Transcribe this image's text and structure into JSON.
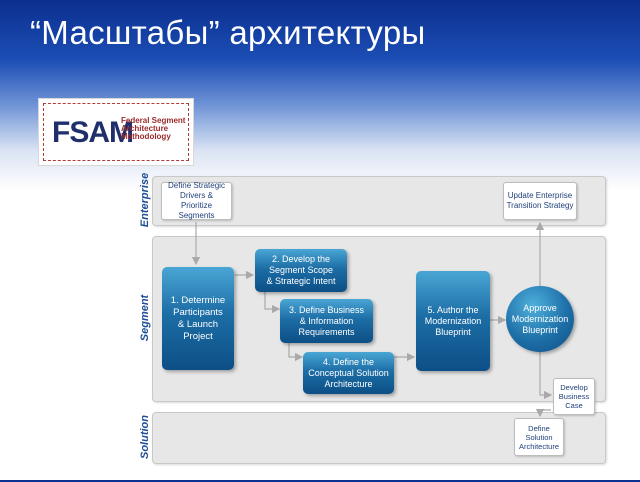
{
  "slide": {
    "title": "“Масштабы” архитектуры"
  },
  "logo": {
    "mark": "FSAM",
    "full_name": "Federal Segment Architecture Methodology"
  },
  "lanes": {
    "enterprise": "Enterprise",
    "segment": "Segment",
    "solution": "Solution"
  },
  "steps": {
    "define_drivers": "Define Strategic\nDrivers & Prioritize\nSegments",
    "update_transition": "Update Enterprise\nTransition Strategy",
    "step1": "1. Determine\nParticipants\n& Launch\nProject",
    "step2": "2. Develop the\nSegment Scope\n& Strategic Intent",
    "step3": "3. Define Business\n& Information\nRequirements",
    "step4": "4. Define the\nConceptual Solution\nArchitecture",
    "step5": "5. Author the\nModernization\nBlueprint",
    "approve": "Approve\nModernization\nBlueprint",
    "develop_case": "Develop\nBusiness\nCase",
    "define_solution": "Define\nSolution\nArchitecture"
  },
  "colors": {
    "title_bg": "#0b2f8f",
    "step_blue": "#1d6ea6",
    "lane_gray": "#e7e7e7",
    "lane_label": "#1f4f96",
    "logo_red": "#9b2a2a",
    "logo_navy": "#1f2f6b"
  }
}
